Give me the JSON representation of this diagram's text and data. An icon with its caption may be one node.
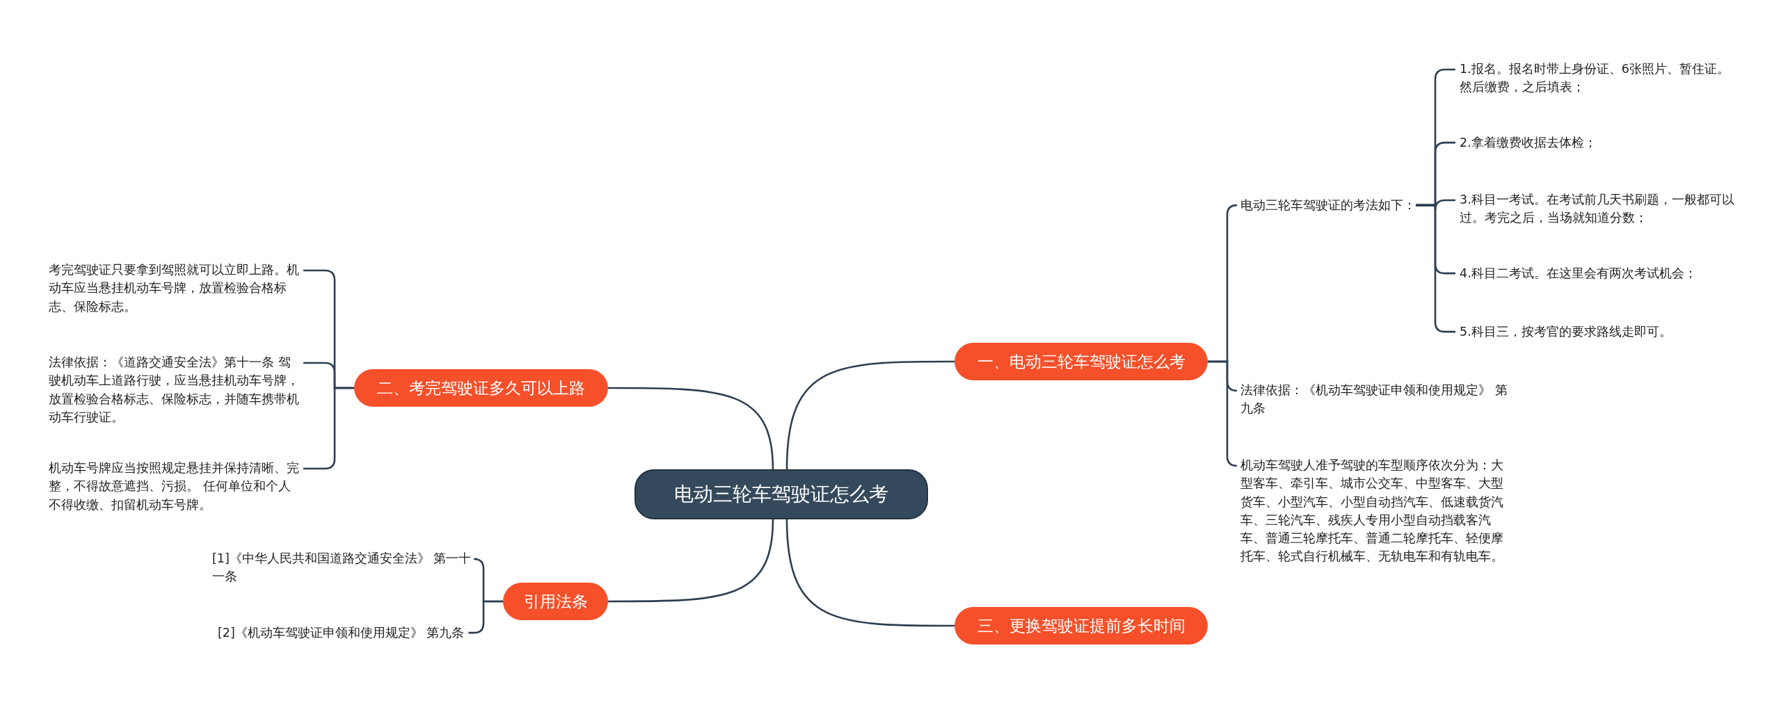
{
  "diagram": {
    "nodes": [
      {
        "text": [
          "电动三轮车驾驶证怎么考"
        ]
      },
      {
        "text": [
          "一、电动三轮车驾驶证怎么考"
        ]
      },
      {
        "text": [
          "电动三轮车驾驶证的考法如下："
        ]
      },
      {
        "text": [
          "1.报名。报名时带上身份证、6张照片、暂住证。然后缴费，之后填表；"
        ]
      },
      {
        "text": [
          "2.拿着缴费收据去体检；"
        ]
      },
      {
        "text": [
          "3.科目一考试。在考试前几天书刷题，一般都可以过。考完之后，当场就知道分数；"
        ]
      },
      {
        "text": [
          "4.科目二考试。在这里会有两次考试机会；"
        ]
      },
      {
        "text": [
          "5.科目三，按考官的要求路线走即可。"
        ]
      },
      {
        "text": [
          "法律依据：《机动车驾驶证申领和使用规定》 第九条"
        ]
      },
      {
        "text": [
          "机动车驾驶人准予驾驶的车型顺序依次分为：大型客车、牵引车、城市公交车、中型客车、大型货车、小型汽车、小型自动挡汽车、低速载货汽车、三轮汽车、残疾人专用小型自动挡载客汽车、普通三轮摩托车、普通二轮摩托车、轻便摩托车、轮式自行机械车、无轨电车和有轨电车。"
        ]
      },
      {
        "text": [
          "二、考完驾驶证多久可以上路"
        ]
      },
      {
        "text": [
          "考完驾驶证只要拿到驾照就可以立即上路。机动车应当悬挂机动车号牌，放置检验合格标志、保险标志。"
        ]
      },
      {
        "text": [
          "法律依据：《道路交通安全法》第十一条 驾驶机动车上道路行驶，应当悬挂机动车号牌，放置检验合格标志、保险标志，并随车携带机动车行驶证。"
        ]
      },
      {
        "text": [
          "机动车号牌应当按照规定悬挂并保持清晰、完整，不得故意遮挡、污损。 任何单位和个人不得收缴、扣留机动车号牌。"
        ]
      },
      {
        "text": [
          "三、更换驾驶证提前多长时间"
        ]
      },
      {
        "text": [
          "引用法条"
        ]
      },
      {
        "text": [
          "[1]《中华人民共和国道路交通安全法》 第一十一条"
        ]
      },
      {
        "text": [
          "[2]《机动车驾驶证申领和使用规定》 第九条"
        ]
      }
    ],
    "edges": [
      {
        "from": 0,
        "to": 1,
        "arrow": "none"
      },
      {
        "from": 1,
        "to": 2,
        "arrow": "none"
      },
      {
        "from": 2,
        "to": 3,
        "arrow": "none"
      },
      {
        "from": 2,
        "to": 4,
        "arrow": "none"
      },
      {
        "from": 2,
        "to": 5,
        "arrow": "none"
      },
      {
        "from": 2,
        "to": 6,
        "arrow": "none"
      },
      {
        "from": 2,
        "to": 7,
        "arrow": "none"
      },
      {
        "from": 1,
        "to": 8,
        "arrow": "none"
      },
      {
        "from": 1,
        "to": 9,
        "arrow": "none"
      },
      {
        "from": 0,
        "to": 10,
        "arrow": "none"
      },
      {
        "from": 10,
        "to": 11,
        "arrow": "none"
      },
      {
        "from": 10,
        "to": 12,
        "arrow": "none"
      },
      {
        "from": 10,
        "to": 13,
        "arrow": "none"
      },
      {
        "from": 0,
        "to": 14,
        "arrow": "none"
      },
      {
        "from": 0,
        "to": 15,
        "arrow": "none"
      },
      {
        "from": 15,
        "to": 16,
        "arrow": "none"
      },
      {
        "from": 15,
        "to": 17,
        "arrow": "none"
      }
    ]
  }
}
